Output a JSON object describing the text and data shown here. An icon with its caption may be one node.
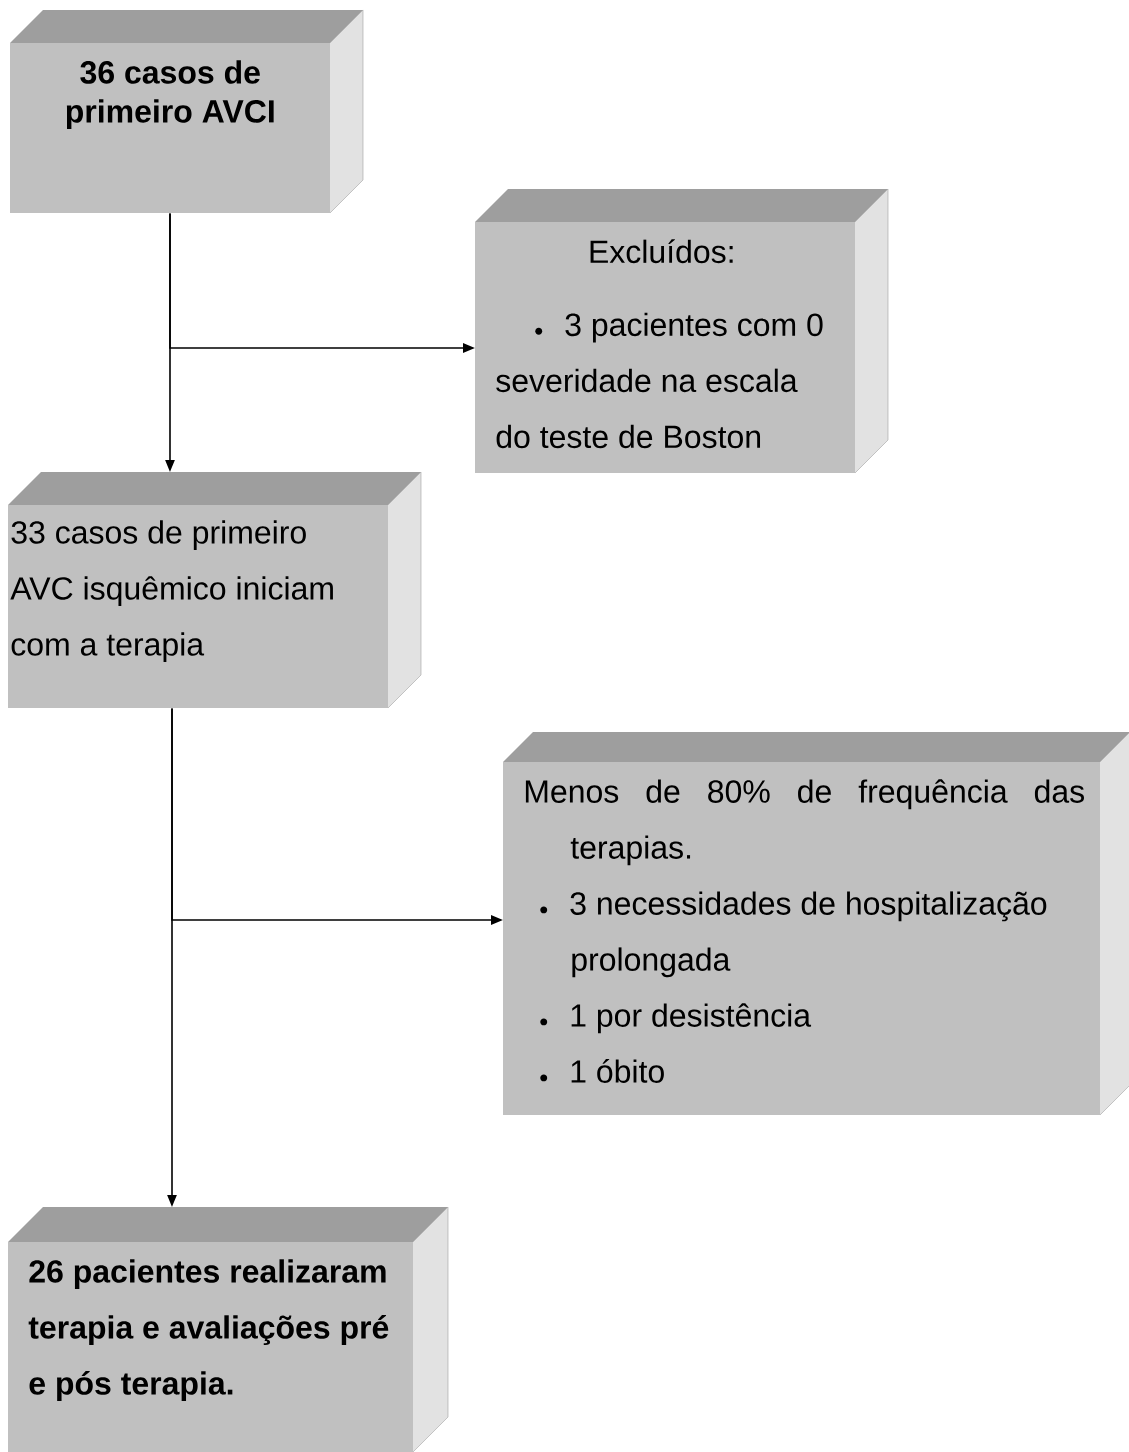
{
  "diagram": {
    "nodes": [
      {
        "text": [
          "36 casos de primeiro AVCI"
        ]
      },
      {
        "text": [
          "Excluídos:",
          "3 pacientes com 0 severidade na escala do teste de Boston"
        ]
      },
      {
        "text": [
          "33 casos de primeiro AVC isquêmico iniciam com a terapia"
        ]
      },
      {
        "text": [
          "Menos de 80% de frequência das terapias.",
          "3 necessidades de hospitalização prolongada",
          "1 por desistência",
          "1 óbito"
        ]
      },
      {
        "text": [
          "26 pacientes realizaram terapia e avaliações pré e pós terapia."
        ]
      }
    ],
    "edges": [
      {
        "from": 0,
        "to": 2,
        "arrow": "to"
      },
      {
        "from": 0,
        "to": 1,
        "arrow": "to"
      },
      {
        "from": 2,
        "to": 4,
        "arrow": "to"
      },
      {
        "from": 2,
        "to": 3,
        "arrow": "to"
      }
    ]
  }
}
